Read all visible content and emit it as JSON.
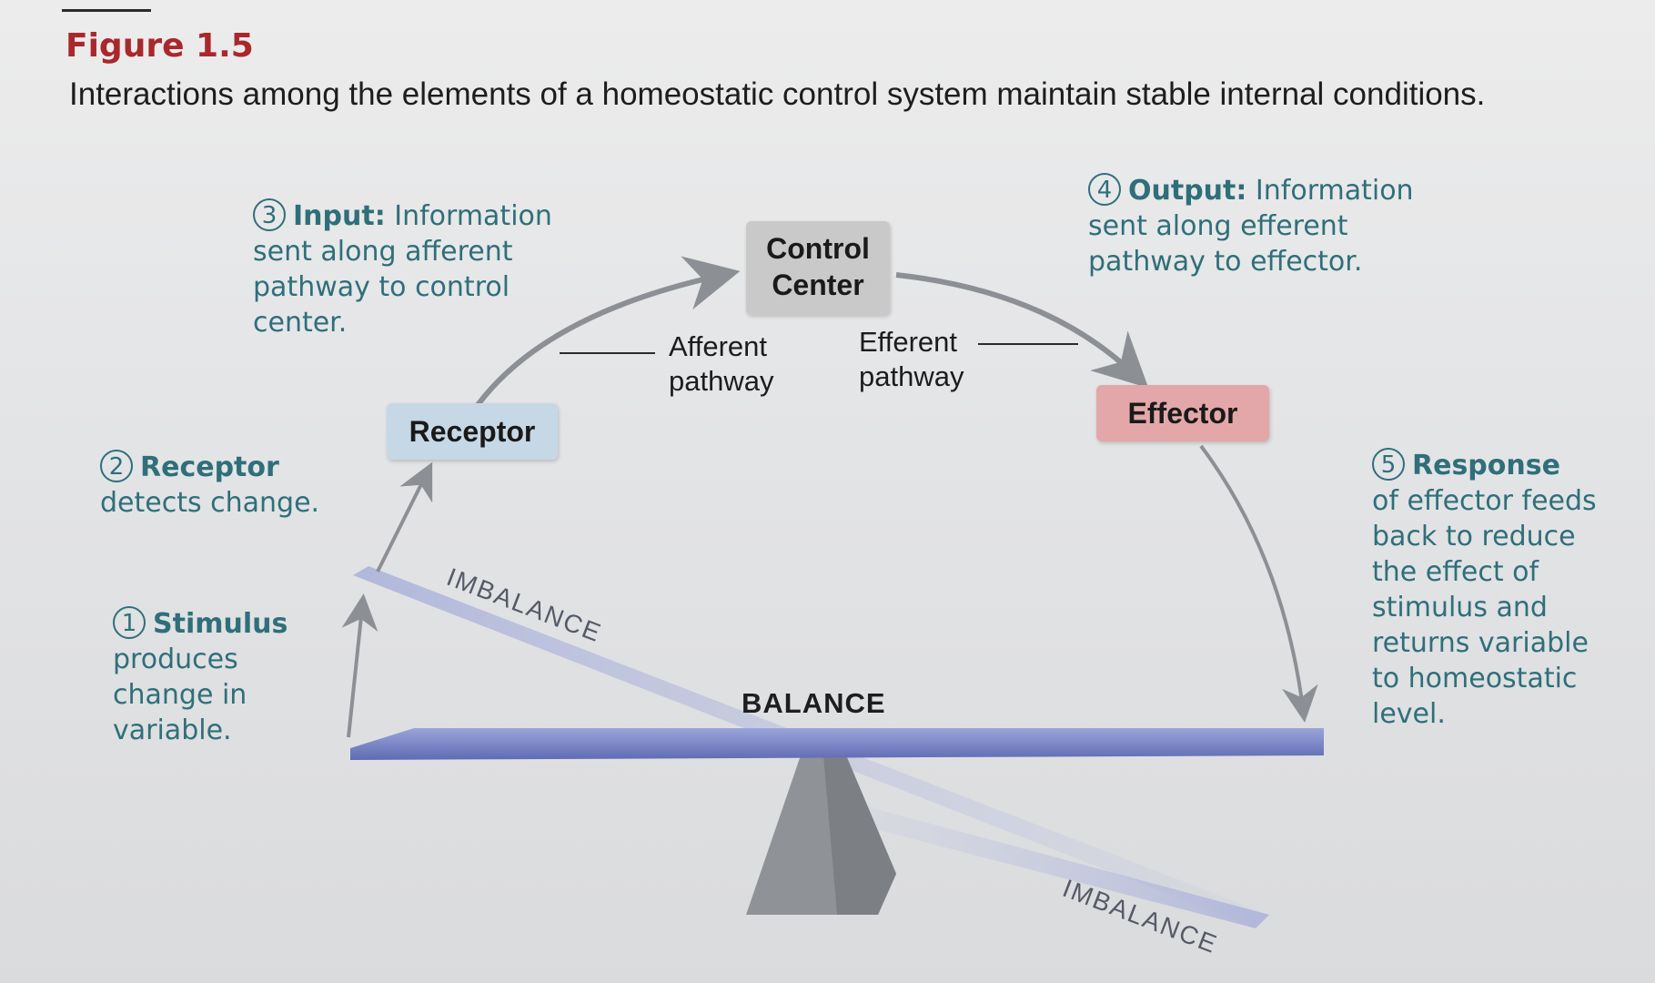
{
  "figure": {
    "label": "Figure 1.5",
    "caption": "Interactions among the elements of a homeostatic control system maintain stable internal conditions."
  },
  "steps": [
    {
      "num": "1",
      "head": "Stimulus",
      "lines": [
        "produces",
        "change in",
        "variable."
      ]
    },
    {
      "num": "2",
      "head": "Receptor",
      "lines": [
        "detects change."
      ]
    },
    {
      "num": "3",
      "head": "Input:",
      "head_rest": " Information",
      "lines": [
        "sent along afferent",
        "pathway to control",
        "center."
      ]
    },
    {
      "num": "4",
      "head": "Output:",
      "head_rest": " Information",
      "lines": [
        "sent along efferent",
        "pathway to effector."
      ]
    },
    {
      "num": "5",
      "head": "Response",
      "lines": [
        "of effector feeds",
        "back to reduce",
        "the effect of",
        "stimulus and",
        "returns variable",
        "to homeostatic",
        "level."
      ]
    }
  ],
  "boxes": {
    "receptor": "Receptor",
    "control_center": [
      "Control",
      "Center"
    ],
    "effector": "Effector"
  },
  "pathways": {
    "afferent": [
      "Afferent",
      "pathway"
    ],
    "efferent": [
      "Efferent",
      "pathway"
    ]
  },
  "balance": {
    "center_label": "BALANCE",
    "imbalance_left": "IMBALANCE",
    "imbalance_right": "IMBALANCE"
  },
  "colors": {
    "figure_label": "#a8282c",
    "step_text": "#2f6f7a",
    "receptor_box": "#c6d8e6",
    "control_box": "#c9c9c9",
    "effector_box": "#e3a7aa",
    "beam": "#6f7cc0",
    "fulcrum": "#8f9397"
  }
}
